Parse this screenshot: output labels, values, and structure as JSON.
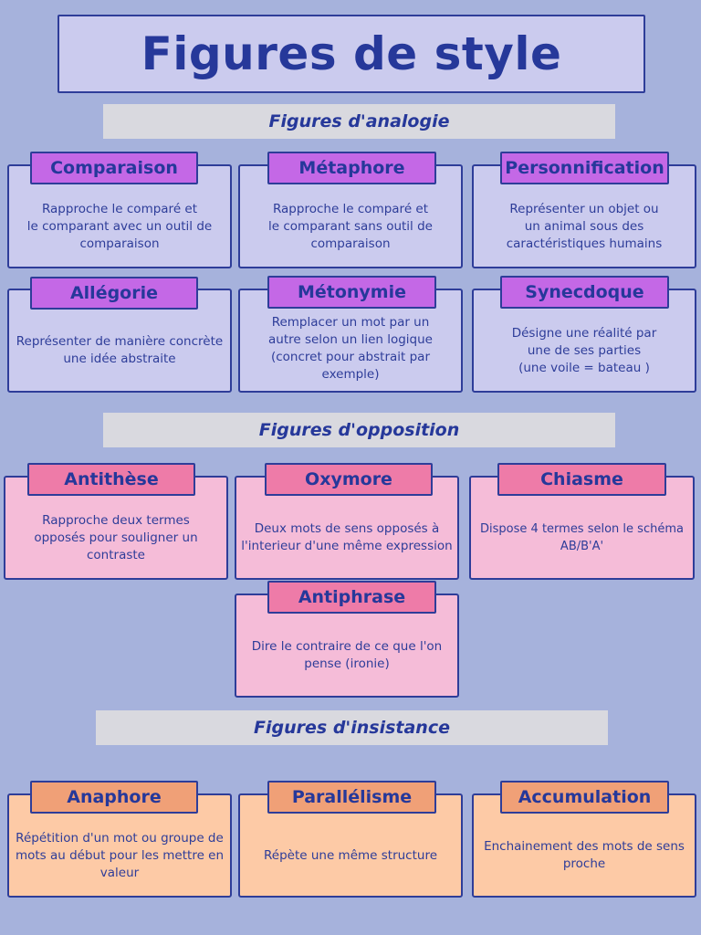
{
  "title": "Figures de style",
  "sections": {
    "analogie": "Figures d'analogie",
    "opposition": "Figures d'opposition",
    "insistance": "Figures d'insistance"
  },
  "figures": {
    "comparaison": {
      "name": "Comparaison",
      "desc": "Rapproche le comparé et\nle comparant avec un outil de\ncomparaison"
    },
    "metaphore": {
      "name": "Métaphore",
      "desc": "Rapproche le comparé et\nle comparant sans outil de\ncomparaison"
    },
    "personnification": {
      "name": "Personnification",
      "desc": "Représenter un objet ou\nun animal sous des\ncaractéristiques humains"
    },
    "allegorie": {
      "name": "Allégorie",
      "desc": "Représenter de manière concrète\nune idée abstraite"
    },
    "metonymie": {
      "name": "Métonymie",
      "desc": "Remplacer un mot par un\nautre selon un lien logique\n(concret pour abstrait par\nexemple)"
    },
    "synecdoque": {
      "name": "Synecdoque",
      "desc": "Désigne une réalité par\nune de ses parties\n(une voile = bateau )"
    },
    "antithese": {
      "name": "Antithèse",
      "desc": "Rapproche deux termes\nopposés pour souligner un\ncontraste"
    },
    "oxymore": {
      "name": "Oxymore",
      "desc": "Deux mots de sens opposés à\nl'interieur d'une même expression"
    },
    "chiasme": {
      "name": "Chiasme",
      "desc": "Dispose 4 termes selon le schéma\nAB/B'A'"
    },
    "antiphrase": {
      "name": "Antiphrase",
      "desc": "Dire le contraire de ce que l'on\npense (ironie)"
    },
    "anaphore": {
      "name": "Anaphore",
      "desc": "Répétition d'un mot  ou groupe de\nmots au début pour les mettre en\nvaleur"
    },
    "parallelisme": {
      "name": "Parallélisme",
      "desc": "Répète une même structure"
    },
    "accumulation": {
      "name": "Accumulation",
      "desc": "Enchainement des mots de sens\nproche"
    }
  },
  "colors": {
    "background": "#a6b2dc",
    "analogie_card": "#cbcbee",
    "analogie_label": "#c468e6",
    "opposition_card": "#f5bcd8",
    "opposition_label": "#ee7ba8",
    "insistance_card": "#fdcaa6",
    "insistance_label": "#f0a077",
    "border": "#2e3d99"
  }
}
